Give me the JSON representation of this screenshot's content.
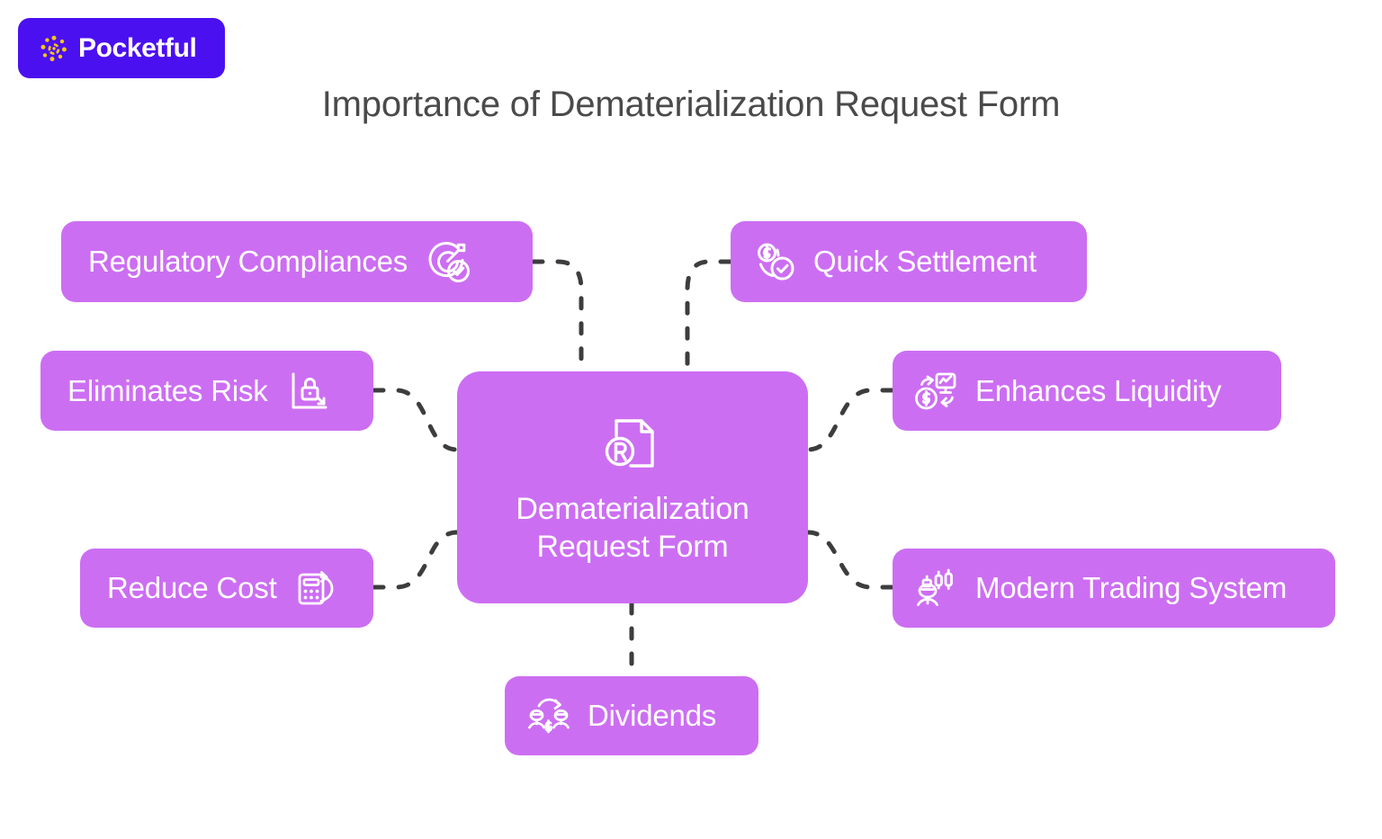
{
  "brand": {
    "name": "Pocketful",
    "logo_icon": "starburst-dots-icon",
    "badge_color": "#4b10f0",
    "mark_color": "#f5c518"
  },
  "header": {
    "title": "Importance of Dematerialization Request Form",
    "title_color": "#4a4a4a"
  },
  "diagram": {
    "type": "mind-map",
    "node_color": "#cc6ef2",
    "node_text_color": "#ffffff",
    "connector_color": "#3d3d3d",
    "connector_style": "dashed",
    "background": "#ffffff",
    "center": {
      "label": "Dematerialization\nRequest Form",
      "line1": "Dematerialization",
      "line2": "Request Form",
      "icon": "document-registered-r-icon"
    },
    "branches": [
      {
        "id": "regulatory-compliances",
        "label": "Regulatory Compliances",
        "icon": "target-check-icon",
        "side": "left",
        "row": 1
      },
      {
        "id": "eliminates-risk",
        "label": "Eliminates Risk",
        "icon": "chart-lock-down-icon",
        "side": "left",
        "row": 2
      },
      {
        "id": "reduce-cost",
        "label": "Reduce Cost",
        "icon": "calculator-refresh-icon",
        "side": "left",
        "row": 3
      },
      {
        "id": "quick-settlement",
        "label": "Quick Settlement",
        "icon": "coin-check-icon",
        "side": "right",
        "row": 1
      },
      {
        "id": "enhances-liquidity",
        "label": "Enhances Liquidity",
        "icon": "coin-monitor-exchange-icon",
        "side": "right",
        "row": 2
      },
      {
        "id": "modern-trading-system",
        "label": "Modern Trading System",
        "icon": "person-candlestick-icon",
        "side": "right",
        "row": 3
      },
      {
        "id": "dividends",
        "label": "Dividends",
        "icon": "people-money-exchange-icon",
        "side": "bottom",
        "row": 1
      }
    ]
  }
}
